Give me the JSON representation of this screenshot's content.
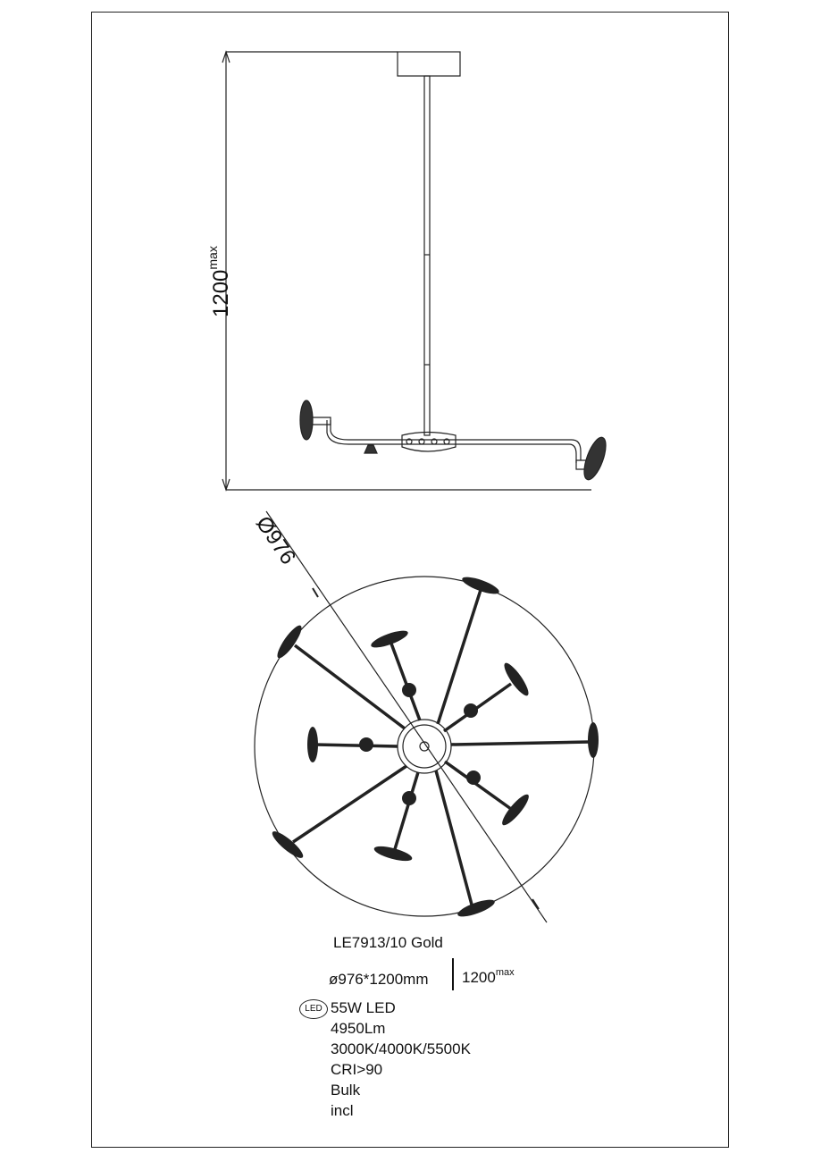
{
  "drawing": {
    "height_dim_value": "1200",
    "height_dim_suffix": "max",
    "diameter_dim": "Ø976"
  },
  "specs": {
    "model": "LE7913/10 Gold",
    "dimensions": "ø976*1200mm",
    "height_value": "1200",
    "height_suffix": "max",
    "led_badge": "LED",
    "power": "55W LED",
    "lumens": "4950Lm",
    "color_temp": "3000K/4000K/5500K",
    "cri": "CRI>90",
    "bulk": "Bulk",
    "incl": "incl"
  }
}
